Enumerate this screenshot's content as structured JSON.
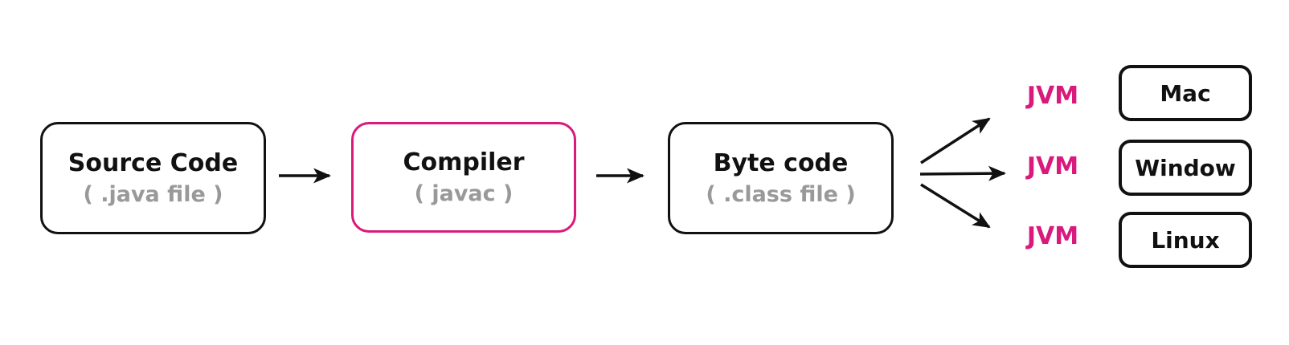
{
  "diagram": {
    "nodes": {
      "source": {
        "title": "Source Code",
        "subtitle": "( .java file )"
      },
      "compiler": {
        "title": "Compiler",
        "subtitle": "( javac )"
      },
      "bytecode": {
        "title": "Byte code",
        "subtitle": "( .class file )"
      }
    },
    "jvm_labels": [
      "JVM",
      "JVM",
      "JVM"
    ],
    "targets": [
      "Mac",
      "Window",
      "Linux"
    ],
    "colors": {
      "accent_pink": "#D9197B",
      "muted_gray": "#999999",
      "line_black": "#111111",
      "background": "#FFFFFF"
    }
  }
}
